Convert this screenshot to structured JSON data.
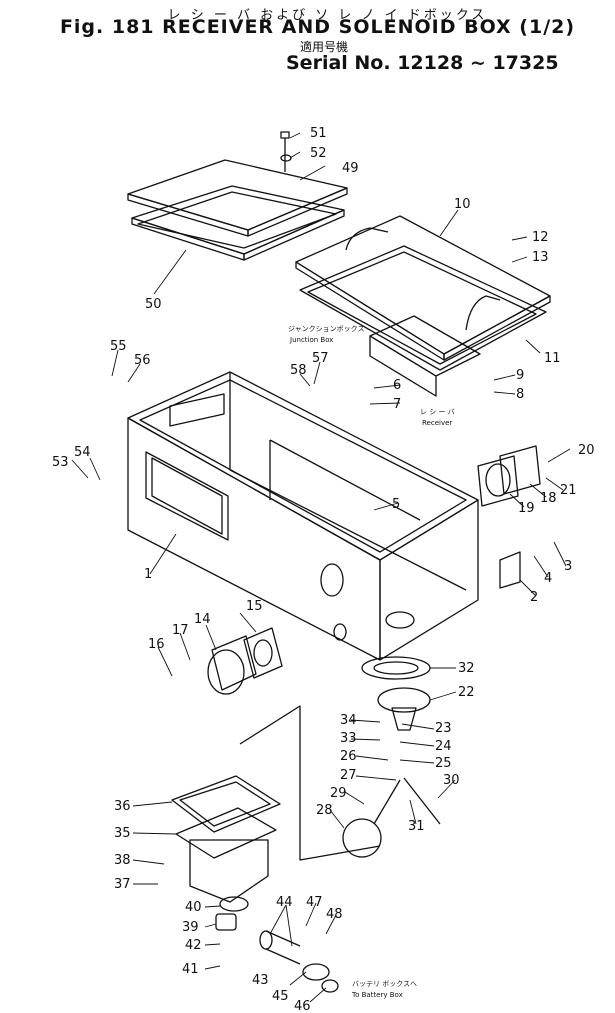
{
  "header": {
    "japanese_title": "レ シ ー バ および ソ レ ノ イ ドボックス",
    "figure_title": "Fig. 181 RECEIVER AND SOLENOID BOX (1/2)",
    "applicability_jp": "適用号機",
    "serial": "Serial No. 12128 ~ 17325"
  },
  "annotations": {
    "junction_box_jp": "ジャンクションボックス",
    "junction_box": "Junction Box",
    "receiver_jp": "レ シ ー バ",
    "receiver": "Receiver",
    "battery_box_jp": "バッテリ ボックスへ",
    "battery_box": "To Battery Box"
  },
  "part_numbers": [
    "1",
    "2",
    "3",
    "4",
    "5",
    "6",
    "7",
    "8",
    "9",
    "10",
    "11",
    "12",
    "13",
    "14",
    "15",
    "16",
    "17",
    "18",
    "19",
    "20",
    "21",
    "22",
    "23",
    "24",
    "25",
    "26",
    "27",
    "28",
    "29",
    "30",
    "31",
    "32",
    "33",
    "34",
    "35",
    "36",
    "37",
    "38",
    "39",
    "40",
    "41",
    "42",
    "43",
    "44",
    "45",
    "46",
    "47",
    "48",
    "49",
    "50",
    "51",
    "52",
    "53",
    "54",
    "55",
    "56",
    "57",
    "58"
  ],
  "colors": {
    "ink": "#111111",
    "paper": "#ffffff"
  }
}
